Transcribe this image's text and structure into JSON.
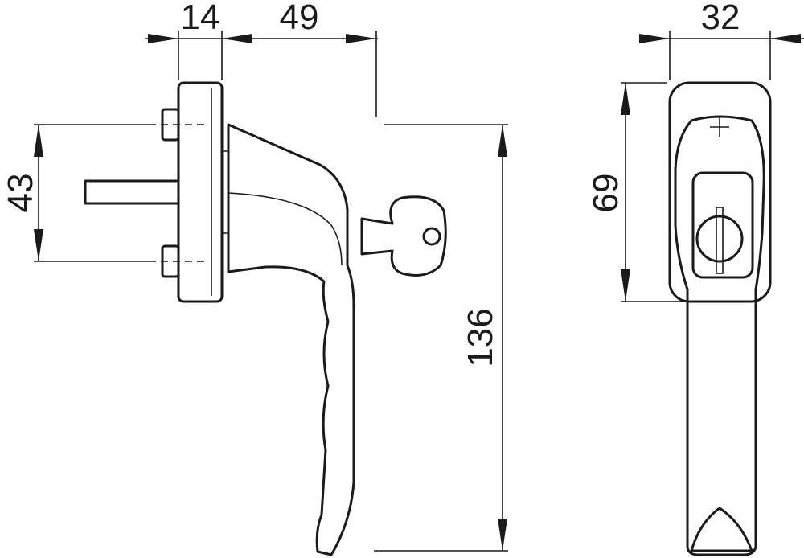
{
  "drawing": {
    "title": "Window handle with lock – dimension drawing",
    "dimensions": {
      "rosette_thickness": "14",
      "handle_projection": "49",
      "width": "32",
      "bolt_spacing": "43",
      "handle_length": "136",
      "rosette_height": "69"
    }
  }
}
